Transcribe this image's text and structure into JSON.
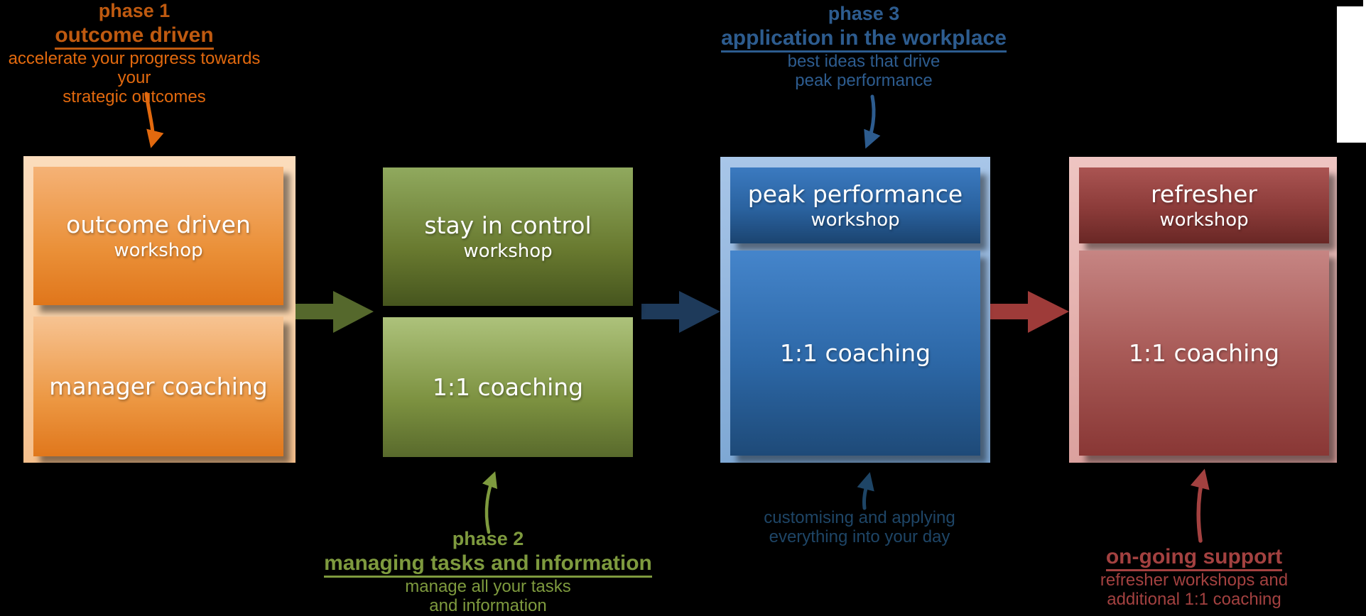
{
  "annotations": {
    "phase1": {
      "title": "phase 1",
      "subtitle": "outcome driven",
      "line1": "accelerate your progress towards your",
      "line2": "strategic outcomes"
    },
    "phase2": {
      "title": "phase 2",
      "subtitle": "managing tasks and information",
      "line1": "manage all your tasks",
      "line2": "and information"
    },
    "phase3": {
      "title": "phase 3",
      "subtitle": "application in the workplace",
      "line1": "best ideas that drive",
      "line2": "peak performance"
    },
    "customising": {
      "line1": "customising and applying",
      "line2": "everything into your day"
    },
    "ongoing": {
      "title": "on-going support",
      "line1": "refresher workshops and",
      "line2": "additional 1:1 coaching"
    }
  },
  "boxes": {
    "phase1": {
      "workshop_title": "outcome driven",
      "workshop_sub": "workshop",
      "coaching": "manager coaching"
    },
    "phase2": {
      "workshop_title": "stay in control",
      "workshop_sub": "workshop",
      "coaching": "1:1 coaching"
    },
    "phase3": {
      "workshop_title": "peak performance",
      "workshop_sub": "workshop",
      "coaching": "1:1 coaching"
    },
    "phase4": {
      "workshop_title": "refresher",
      "workshop_sub": "workshop",
      "coaching": "1:1 coaching"
    }
  },
  "palette": {
    "background": "#000000",
    "phase1_heading": "#bf5a10",
    "phase1_body": "#e2690e",
    "phase2_accent": "#7e9a3e",
    "phase3_accent": "#2d5c8f",
    "phase3_dark": "#1e4566",
    "phase4_accent": "#a34140",
    "flow_arrow_green": "#55682c",
    "flow_arrow_navy": "#1e3a5a",
    "flow_arrow_red": "#9e3b39",
    "container_orange": "#f9d2a9",
    "container_green": "#cdddab",
    "container_blue": "#93b6de",
    "container_red": "#e5b2af",
    "box_text": "#ffffff"
  }
}
